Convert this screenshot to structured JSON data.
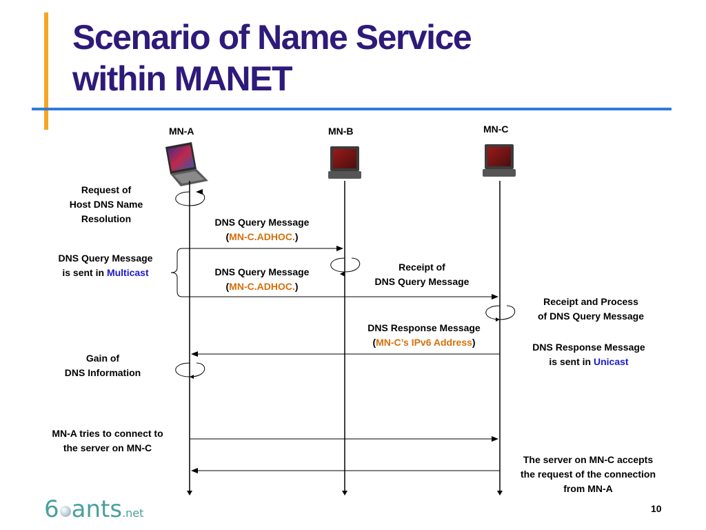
{
  "slide": {
    "title_line1": "Scenario of Name Service",
    "title_line2": "within MANET",
    "page_number": "10"
  },
  "nodes": [
    {
      "label": "MN-A",
      "icon": "laptop-open-icon"
    },
    {
      "label": "MN-B",
      "icon": "laptop-icon"
    },
    {
      "label": "MN-C",
      "icon": "laptop-icon"
    }
  ],
  "annotations": {
    "request": [
      "Request of",
      "Host DNS Name",
      "Resolution"
    ],
    "multicast_pre": "DNS Query Message",
    "multicast_line2_pre": "is sent in ",
    "multicast_word": "Multicast",
    "gain": [
      "Gain of",
      "DNS Information"
    ],
    "connect": [
      "MN-A tries to connect to",
      "the server on MN-C"
    ],
    "receipt_b": [
      "Receipt of",
      "DNS Query Message"
    ],
    "receipt_c": [
      "Receipt and Process",
      "of DNS Query Message"
    ],
    "unicast_pre": "DNS Response Message",
    "unicast_line2_pre": "is sent in ",
    "unicast_word": "Unicast",
    "accept": [
      "The server on MN-C accepts",
      "the request of the connection",
      "from MN-A"
    ]
  },
  "messages": {
    "query1_title": "DNS Query Message",
    "query1_detail": "MN-C.ADHOC.",
    "query2_title": "DNS Query Message",
    "query2_detail": "MN-C.ADHOC.",
    "response_title": "DNS Response Message",
    "response_detail": "MN-C’s IPv6 Address",
    "open_paren": "(",
    "close_paren": ")"
  },
  "logo": {
    "part1": "6",
    "part2": "ants",
    "suffix": ".net"
  },
  "colors": {
    "title": "#2e1a7a",
    "highlight_orange": "#d4700a",
    "highlight_blue": "#1a1acc",
    "rule_blue": "#2f7bdc",
    "bar_orange": "#f5a623"
  }
}
